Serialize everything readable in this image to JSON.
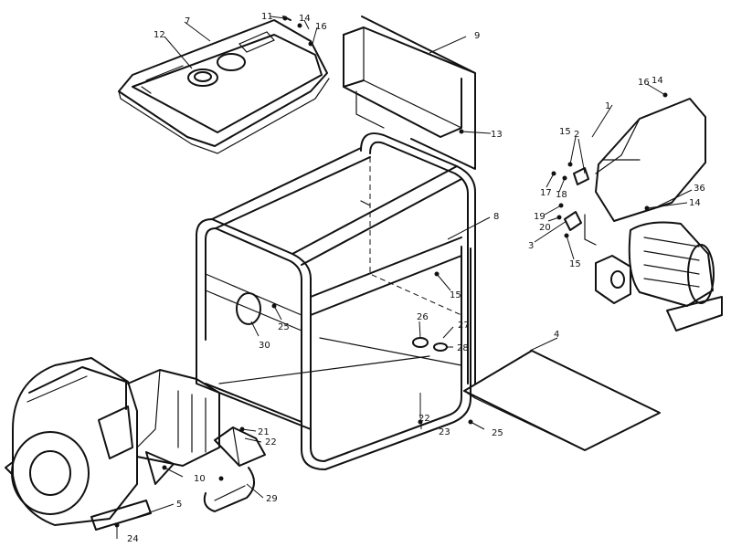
{
  "callouts": {
    "c1": "1",
    "c2": "2",
    "c3": "3",
    "c4": "4",
    "c5": "5",
    "c7": "7",
    "c8": "8",
    "c9": "9",
    "c10": "10",
    "c11": "11",
    "c12": "12",
    "c13": "13",
    "c14a": "14",
    "c14b": "14",
    "c14c": "14",
    "c15a": "15",
    "c15b": "15",
    "c15c": "15",
    "c16a": "16",
    "c16b": "16",
    "c17": "17",
    "c18": "18",
    "c19": "19",
    "c20": "20",
    "c21": "21",
    "c22a": "22",
    "c22b": "22",
    "c23": "23",
    "c24": "24",
    "c25a": "25",
    "c25b": "25",
    "c26": "26",
    "c27": "27",
    "c28": "28",
    "c29": "29",
    "c30": "30",
    "c36": "36"
  },
  "colors": {
    "ink": "#111111",
    "paper": "#ffffff"
  }
}
